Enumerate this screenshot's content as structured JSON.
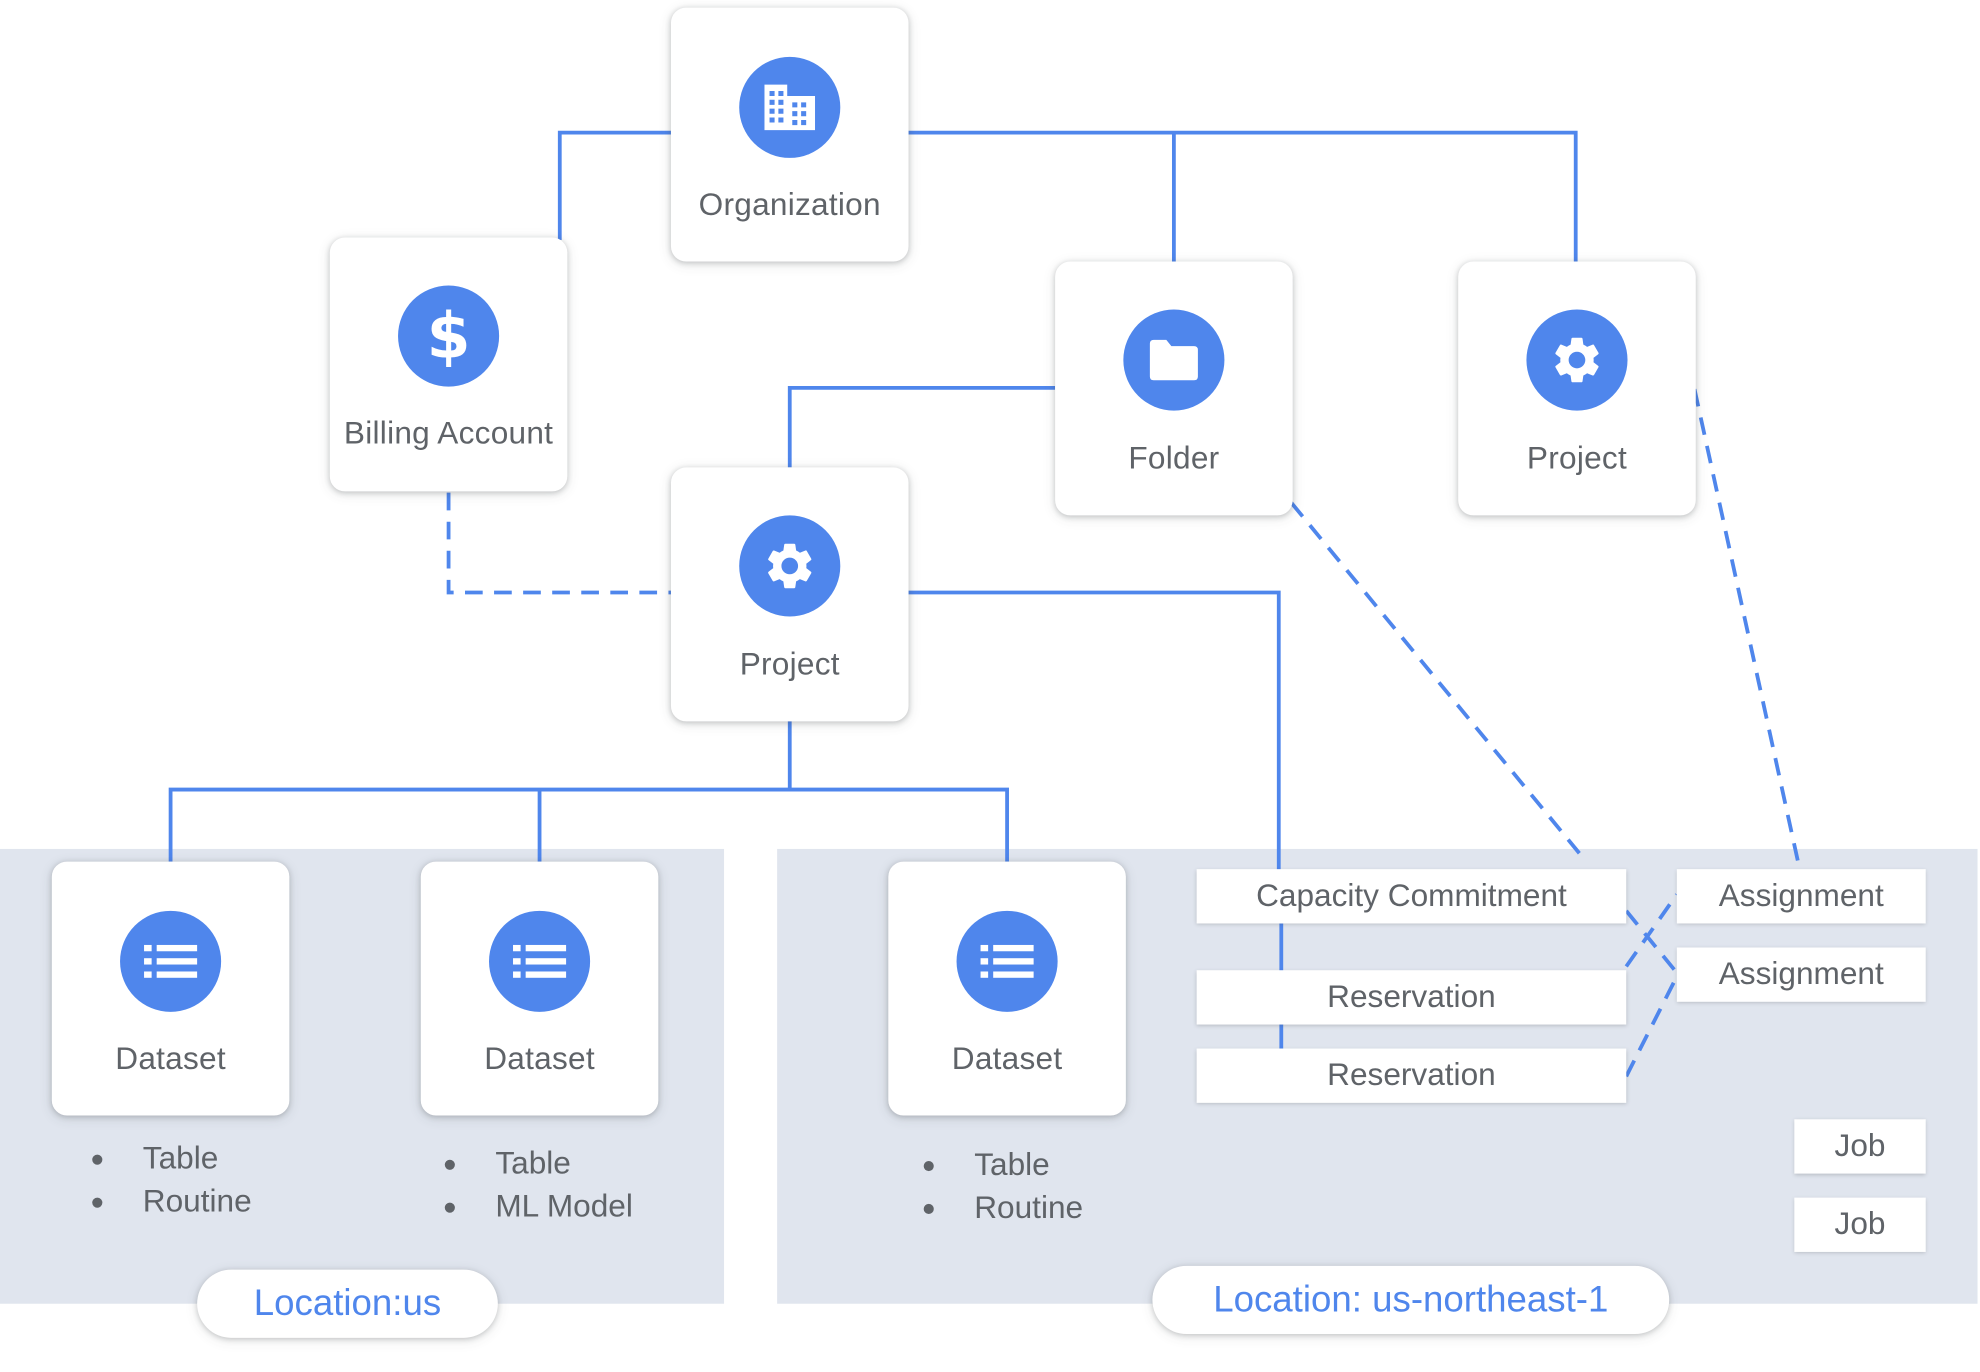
{
  "colors": {
    "accent": "#4f86ec",
    "region": "#e0e5ee",
    "text": "#5f6368"
  },
  "nodes": {
    "organization": {
      "label": "Organization",
      "icon": "building-icon"
    },
    "billing_account": {
      "label": "Billing Account",
      "icon": "dollar-icon"
    },
    "folder": {
      "label": "Folder",
      "icon": "folder-icon"
    },
    "project_right": {
      "label": "Project",
      "icon": "gear-icon"
    },
    "project_center": {
      "label": "Project",
      "icon": "gear-icon"
    },
    "dataset_1": {
      "label": "Dataset",
      "icon": "list-icon",
      "items": [
        "Table",
        "Routine"
      ]
    },
    "dataset_2": {
      "label": "Dataset",
      "icon": "list-icon",
      "items": [
        "Table",
        "ML Model"
      ]
    },
    "dataset_3": {
      "label": "Dataset",
      "icon": "list-icon",
      "items": [
        "Table",
        "Routine"
      ]
    }
  },
  "resources": {
    "capacity_commitment": "Capacity Commitment",
    "reservations": [
      "Reservation",
      "Reservation"
    ],
    "assignments": [
      "Assignment",
      "Assignment"
    ],
    "jobs": [
      "Job",
      "Job"
    ]
  },
  "locations": {
    "us": "Location:us",
    "us_northeast_1": "Location: us-northeast-1"
  }
}
